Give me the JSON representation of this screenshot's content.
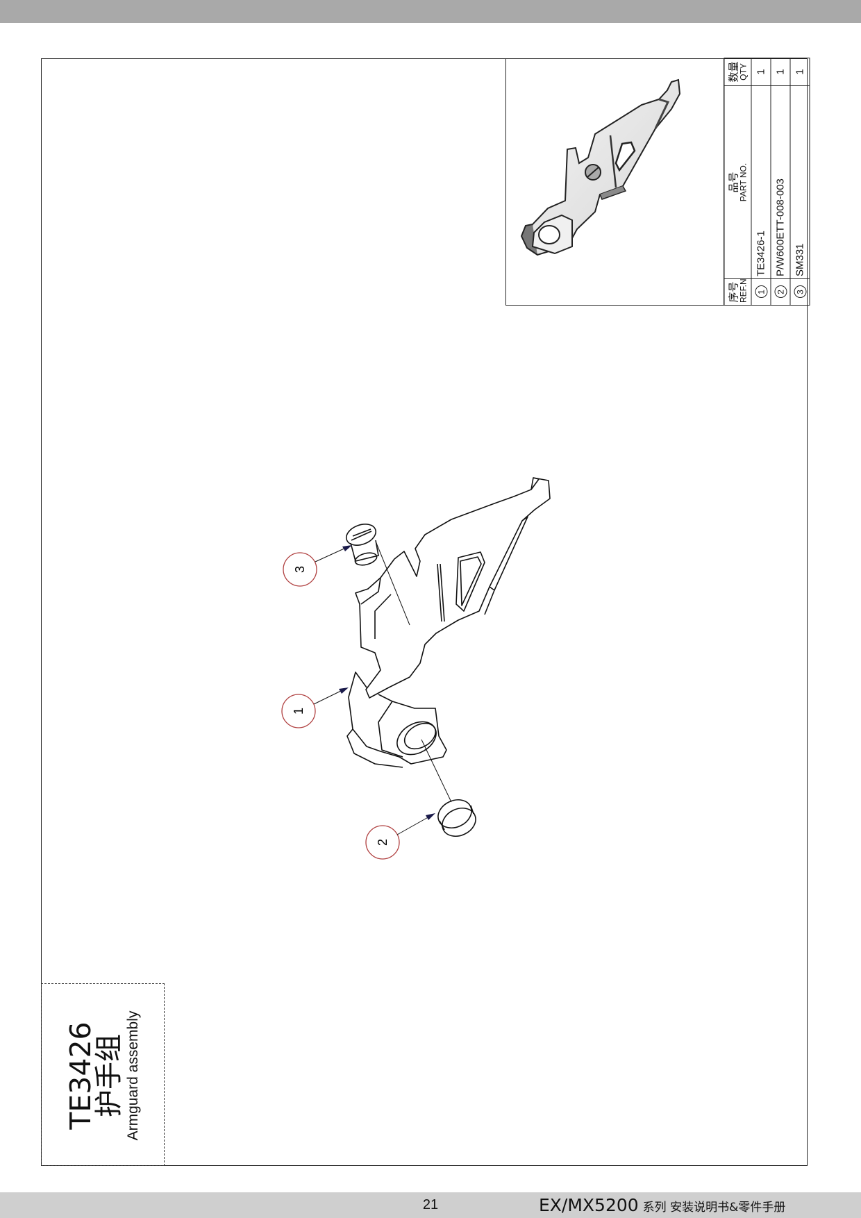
{
  "page": {
    "number": "21",
    "footer_model": "EX/MX5200",
    "footer_desc": "系列 安装说明书&零件手册"
  },
  "title_block": {
    "code": "TE3426",
    "name_cn": "护手组",
    "name_en": "Armguard assembly"
  },
  "bom": {
    "headers": {
      "ref_cn": "序号",
      "ref_en": "REF.NO",
      "part_cn": "品号",
      "part_en": "PART NO.",
      "qty_cn": "数量",
      "qty_en": "QTY"
    },
    "rows": [
      {
        "ref": "1",
        "part": "TE3426-1",
        "qty": "1"
      },
      {
        "ref": "2",
        "part": "P/W600ETT-008-003",
        "qty": "1"
      },
      {
        "ref": "3",
        "part": "SM331",
        "qty": "1"
      }
    ]
  },
  "callouts": [
    {
      "label": "1"
    },
    {
      "label": "2"
    },
    {
      "label": "3"
    }
  ],
  "colors": {
    "callout_circle": "#b04040",
    "bars": "#a9a9a9"
  }
}
